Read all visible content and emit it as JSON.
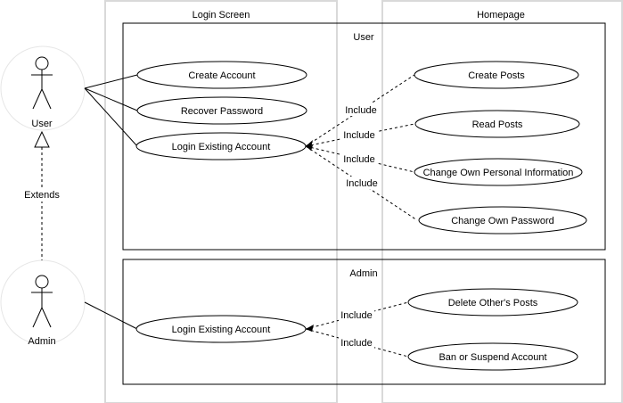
{
  "swimlanes": {
    "login_screen": "Login Screen",
    "homepage": "Homepage"
  },
  "boundaries": {
    "user": "User",
    "admin": "Admin"
  },
  "actors": {
    "user": "User",
    "admin": "Admin"
  },
  "relations": {
    "extends": "Extends",
    "include": "Include"
  },
  "use_cases": {
    "create_account": "Create Account",
    "recover_password": "Recover Password",
    "login_user": "Login Existing Account",
    "create_posts": "Create Posts",
    "read_posts": "Read Posts",
    "change_info": "Change Own Personal Information",
    "change_password": "Change Own Password",
    "login_admin": "Login Existing Account",
    "delete_posts": "Delete Other's Posts",
    "ban_account": "Ban or Suspend Account"
  }
}
